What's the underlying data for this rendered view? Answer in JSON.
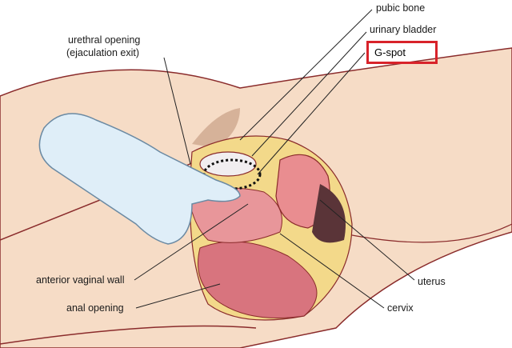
{
  "labels": {
    "pubic_bone": "pubic bone",
    "urinary_bladder": "urinary bladder",
    "g_spot": "G-spot",
    "urethral_opening": "urethral opening",
    "ejaculation_exit": "(ejaculation exit)",
    "anterior_vaginal_wall": "anterior vaginal wall",
    "anal_opening": "anal opening",
    "uterus": "uterus",
    "cervix": "cervix"
  },
  "colors": {
    "skin": "#f6dcc6",
    "tissue": "#e8969a",
    "glove": "#dfeef8",
    "highlight_box": "#d8232a",
    "outline": "#8a2b2b"
  }
}
